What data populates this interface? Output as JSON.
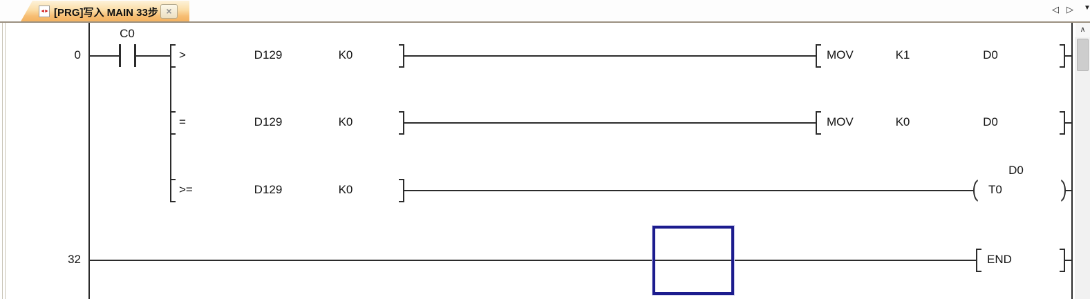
{
  "tab_bar": {
    "tab": {
      "title": "[PRG]写入 MAIN 33步",
      "close_glyph": "×",
      "icon_glyph_left": "◄",
      "icon_glyph_right": "►"
    },
    "nav": {
      "prev_glyph": "◁",
      "next_glyph": "▷",
      "more_glyph": "▼"
    }
  },
  "ladder": {
    "colors": {
      "line": "#2b2b2b",
      "cursor_border": "#1c1c8e",
      "tab_top": "#fdf2da",
      "tab_bottom": "#f3b261"
    },
    "rung0": {
      "step": "0",
      "contact_label": "C0",
      "branches": [
        {
          "op": ">",
          "arg1": "D129",
          "arg2": "K0",
          "out_op": "MOV",
          "out_arg1": "K1",
          "out_arg2": "D0"
        },
        {
          "op": "=",
          "arg1": "D129",
          "arg2": "K0",
          "out_op": "MOV",
          "out_arg1": "K0",
          "out_arg2": "D0"
        },
        {
          "op": ">=",
          "arg1": "D129",
          "arg2": "K0",
          "coil_device": "T0",
          "coil_value": "D0"
        }
      ]
    },
    "rung32": {
      "step": "32",
      "out_op": "END"
    }
  },
  "scrollbar": {
    "up_glyph": "∧"
  }
}
